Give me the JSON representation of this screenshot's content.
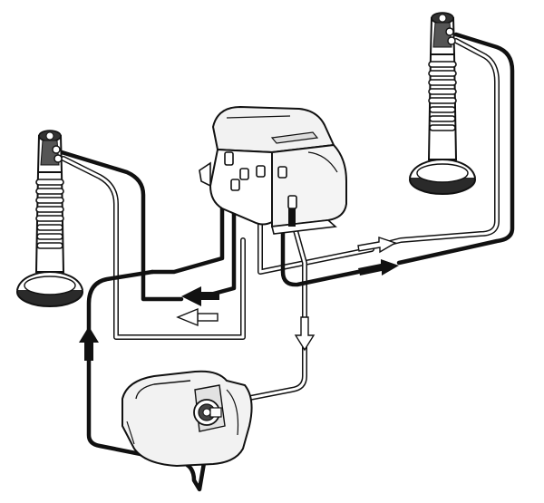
{
  "diagram": {
    "background": "#ffffff",
    "colors": {
      "ink": "#111111",
      "outline": "#222222",
      "hollow_fill": "#ffffff",
      "body_fill": "#f2f2f2",
      "shade": "#c8c8c8"
    },
    "components": [
      {
        "id": "left-brake-chamber",
        "icon": "brake-chamber-icon"
      },
      {
        "id": "right-brake-chamber",
        "icon": "brake-chamber-icon"
      },
      {
        "id": "center-control-module",
        "icon": "control-module-icon"
      },
      {
        "id": "lower-reservoir",
        "icon": "reservoir-icon"
      }
    ],
    "flow_arrows": [
      {
        "id": "arrow-supply-left",
        "style": "solid",
        "direction": "left"
      },
      {
        "id": "arrow-return-left",
        "style": "hollow",
        "direction": "left"
      },
      {
        "id": "arrow-supply-right",
        "style": "solid",
        "direction": "right"
      },
      {
        "id": "arrow-return-right",
        "style": "hollow",
        "direction": "right"
      },
      {
        "id": "arrow-down-to-reservoir",
        "style": "hollow",
        "direction": "down"
      },
      {
        "id": "arrow-up-from-reservoir",
        "style": "solid",
        "direction": "up"
      }
    ]
  }
}
